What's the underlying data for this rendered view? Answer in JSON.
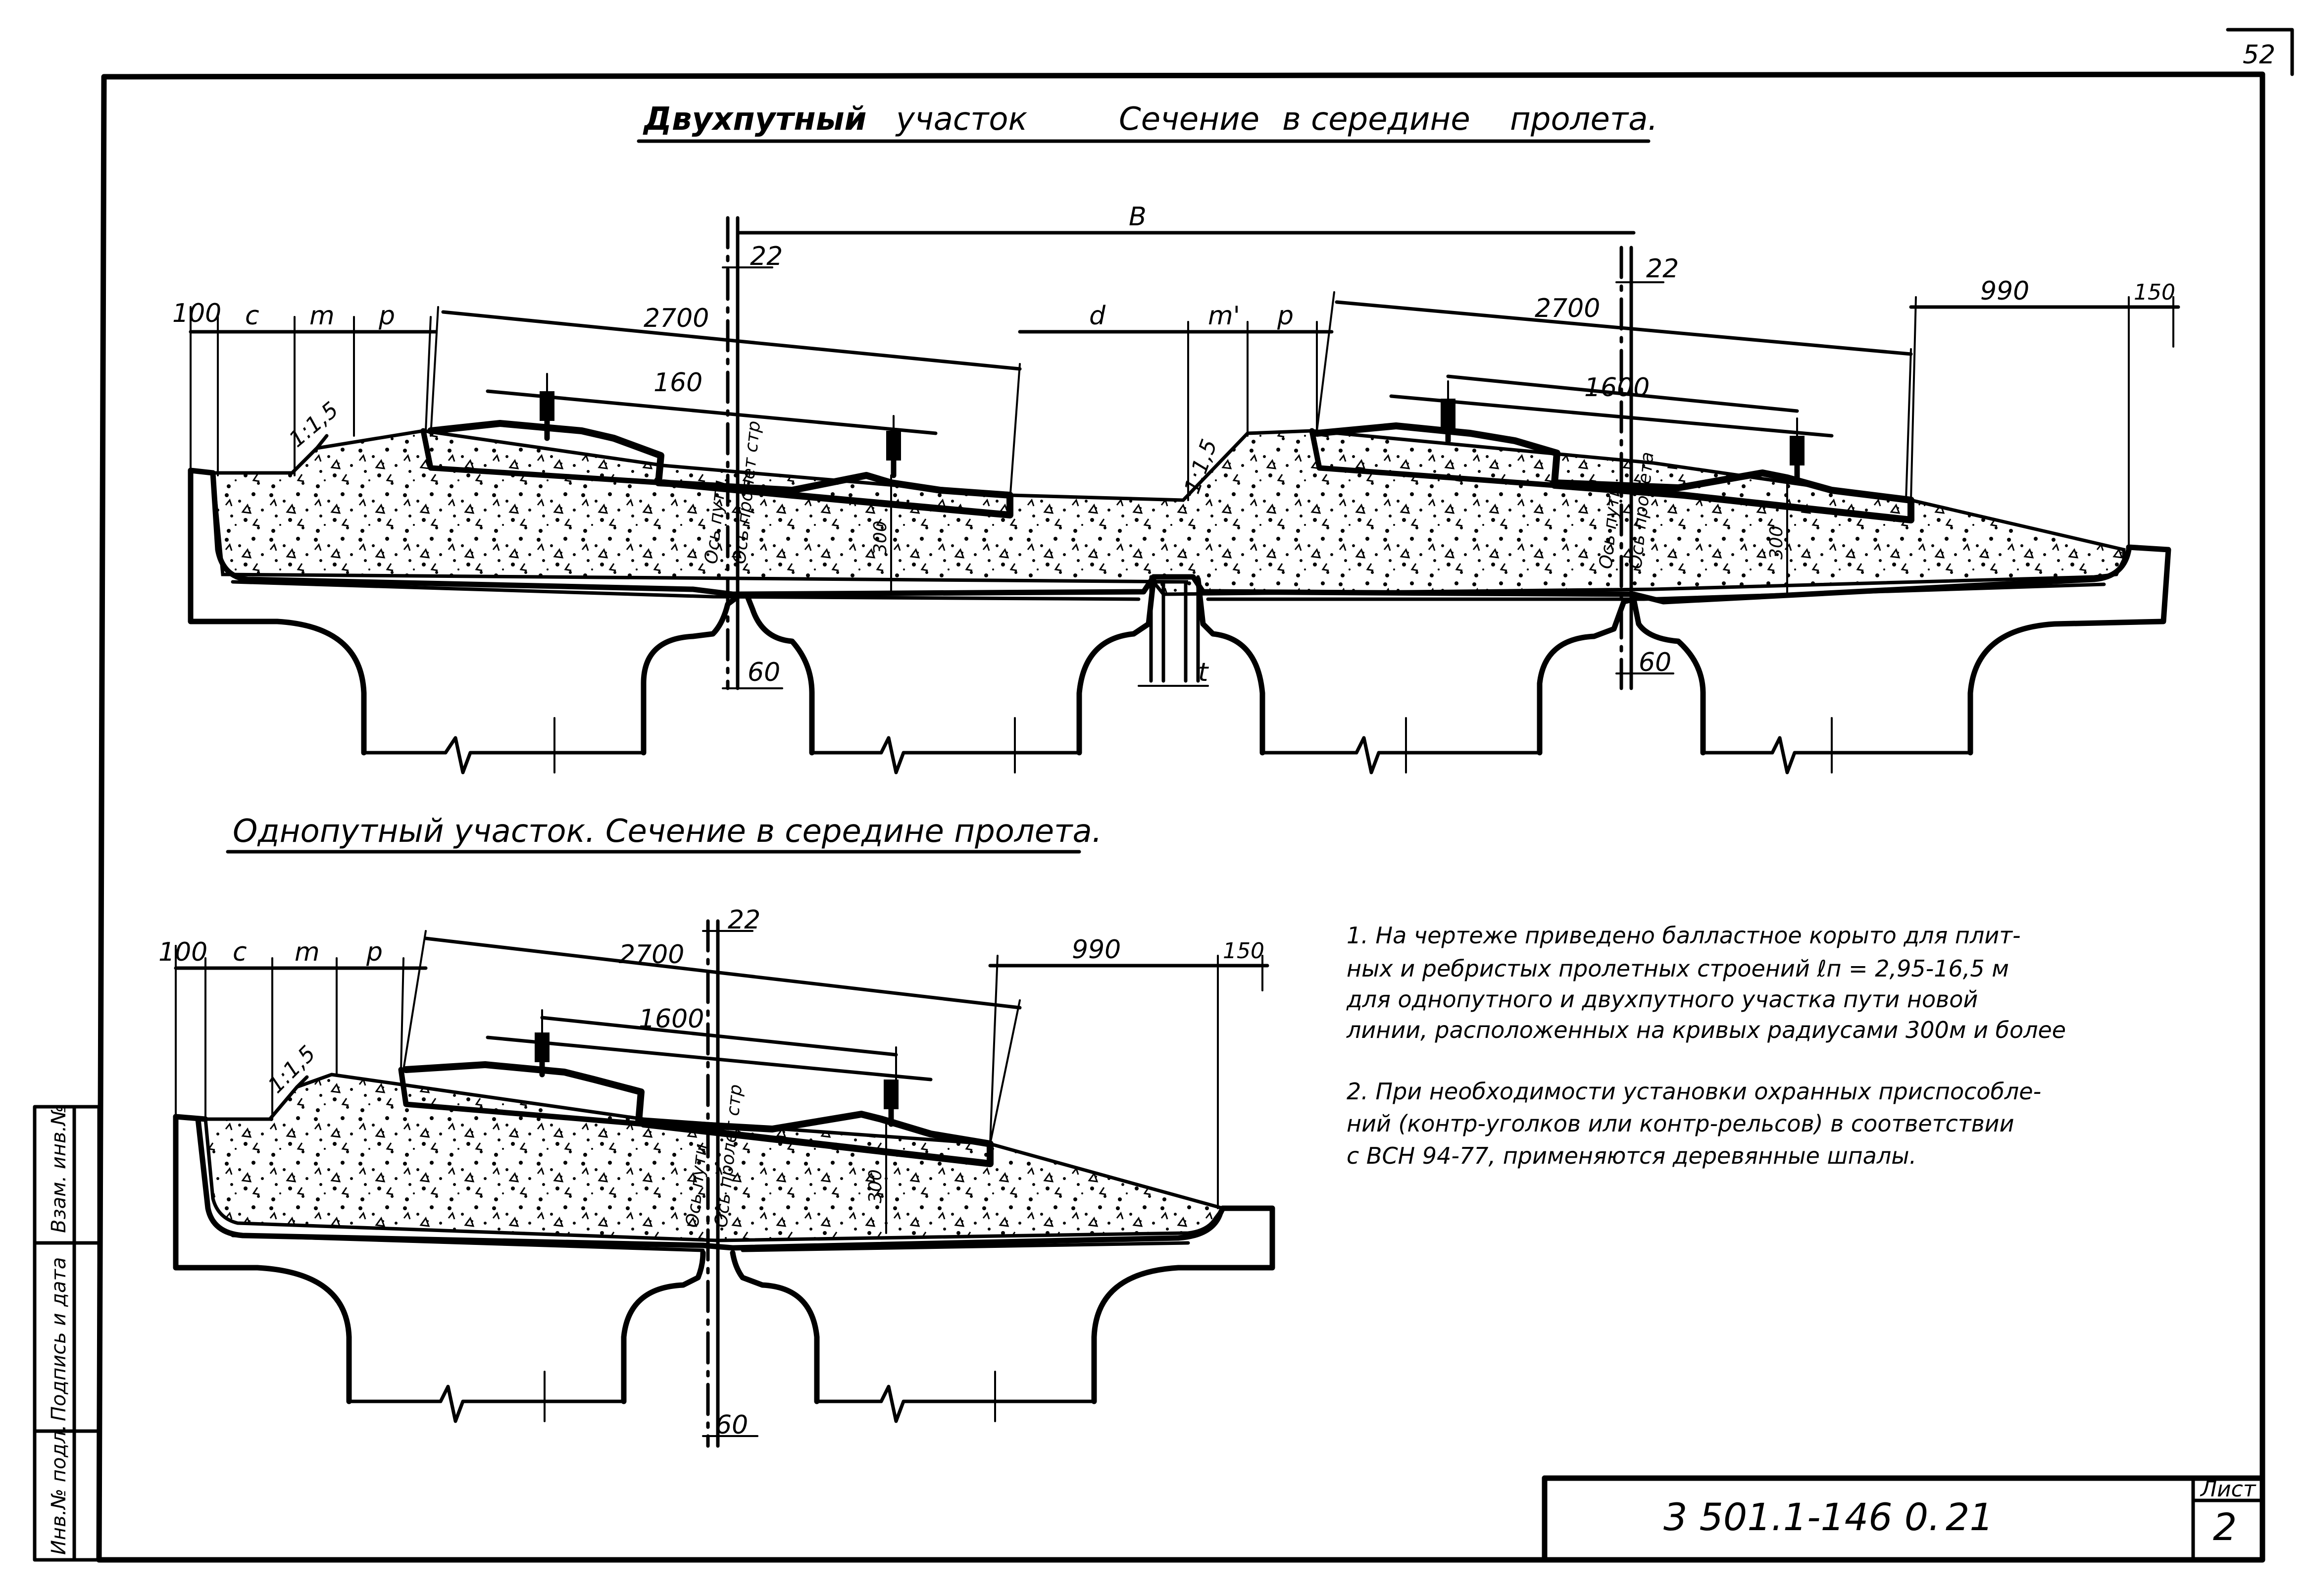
{
  "sheet_number_corner": "52",
  "titles": {
    "double_track": [
      "Двухпутный",
      "участок",
      "Сечение",
      "в середине",
      "пролета."
    ],
    "single_track": "Однопутный участок. Сечение в середине пролета."
  },
  "double_section": {
    "dims_left": [
      "100",
      "c",
      "m",
      "p",
      "2700",
      "160",
      "22",
      "B",
      "d",
      "m'",
      "p"
    ],
    "dims_right": [
      "22",
      "2700",
      "1600",
      "990",
      "150"
    ],
    "slope": "1:1,5",
    "slope_right": "1:1,5",
    "axis_track": "Ось пути",
    "axis_span": "Ось пролет стр",
    "axis_track_right": "Ось пути",
    "axis_span_right": "Ось пролета",
    "dim_300": "300",
    "dim_300_right": "300",
    "dim_60": "60",
    "dim_60_right": "60",
    "dim_t": "t"
  },
  "single_section": {
    "dims": [
      "100",
      "c",
      "m",
      "p",
      "2700",
      "22",
      "1600",
      "990",
      "150"
    ],
    "slope": "1:1,5",
    "axis_track": "Ось пути",
    "axis_span": "Ось пролет стр",
    "dim_300": "300",
    "dim_60": "60"
  },
  "notes": [
    "1. На чертеже приведено балластное корыто для плит-",
    "ных и ребристых пролетных строений ℓп = 2,95-16,5 м",
    "для однопутного и двухпутного участка пути новой",
    "линии, расположенных на кривых радиусами 300м и более",
    "",
    "2. При необходимости установки охранных приспособле-",
    "ний (контр-уголков или контр-рельсов) в соответствии",
    "с ВСН 94-77, применяются деревянные шпалы."
  ],
  "side_stamp": [
    "Взам. инв.№",
    "Подпись и дата",
    "Инв.№ подл."
  ],
  "title_block": {
    "document_code": "3 501.1-146 0.",
    "code_suffix": "21",
    "sheet_label": "Лист",
    "sheet_number": "2"
  }
}
